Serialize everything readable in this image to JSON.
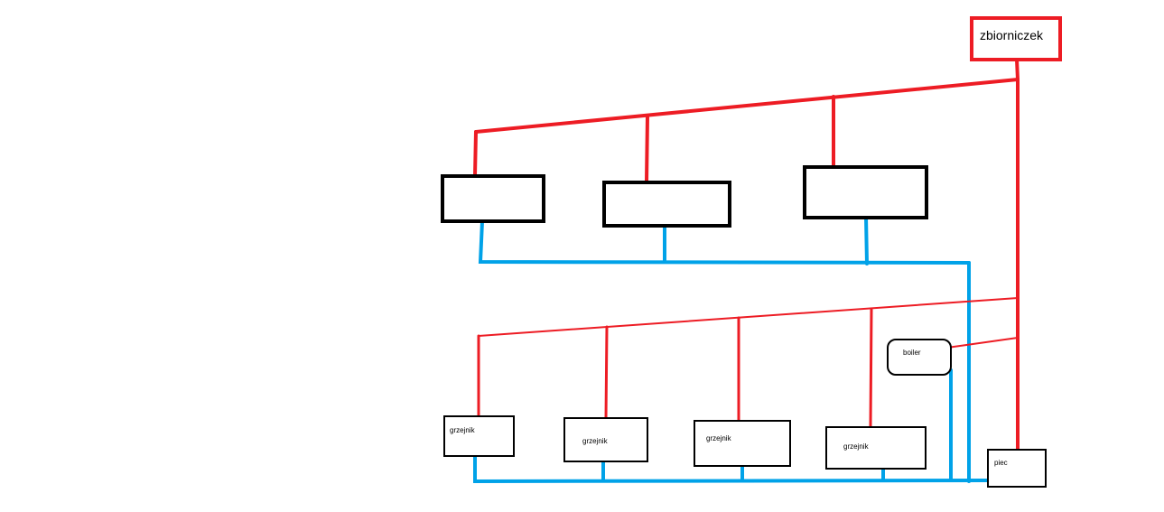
{
  "tank": {
    "label": "zbiorniczek"
  },
  "boiler": {
    "label": "boiler"
  },
  "stove": {
    "label": "piec"
  },
  "radiators": [
    {
      "label": "grzejnik"
    },
    {
      "label": "grzejnik"
    },
    {
      "label": "grzejnik"
    },
    {
      "label": "grzejnik"
    }
  ],
  "colors": {
    "supply": "#ed1c24",
    "return": "#00a2e8",
    "outline": "#000000"
  }
}
